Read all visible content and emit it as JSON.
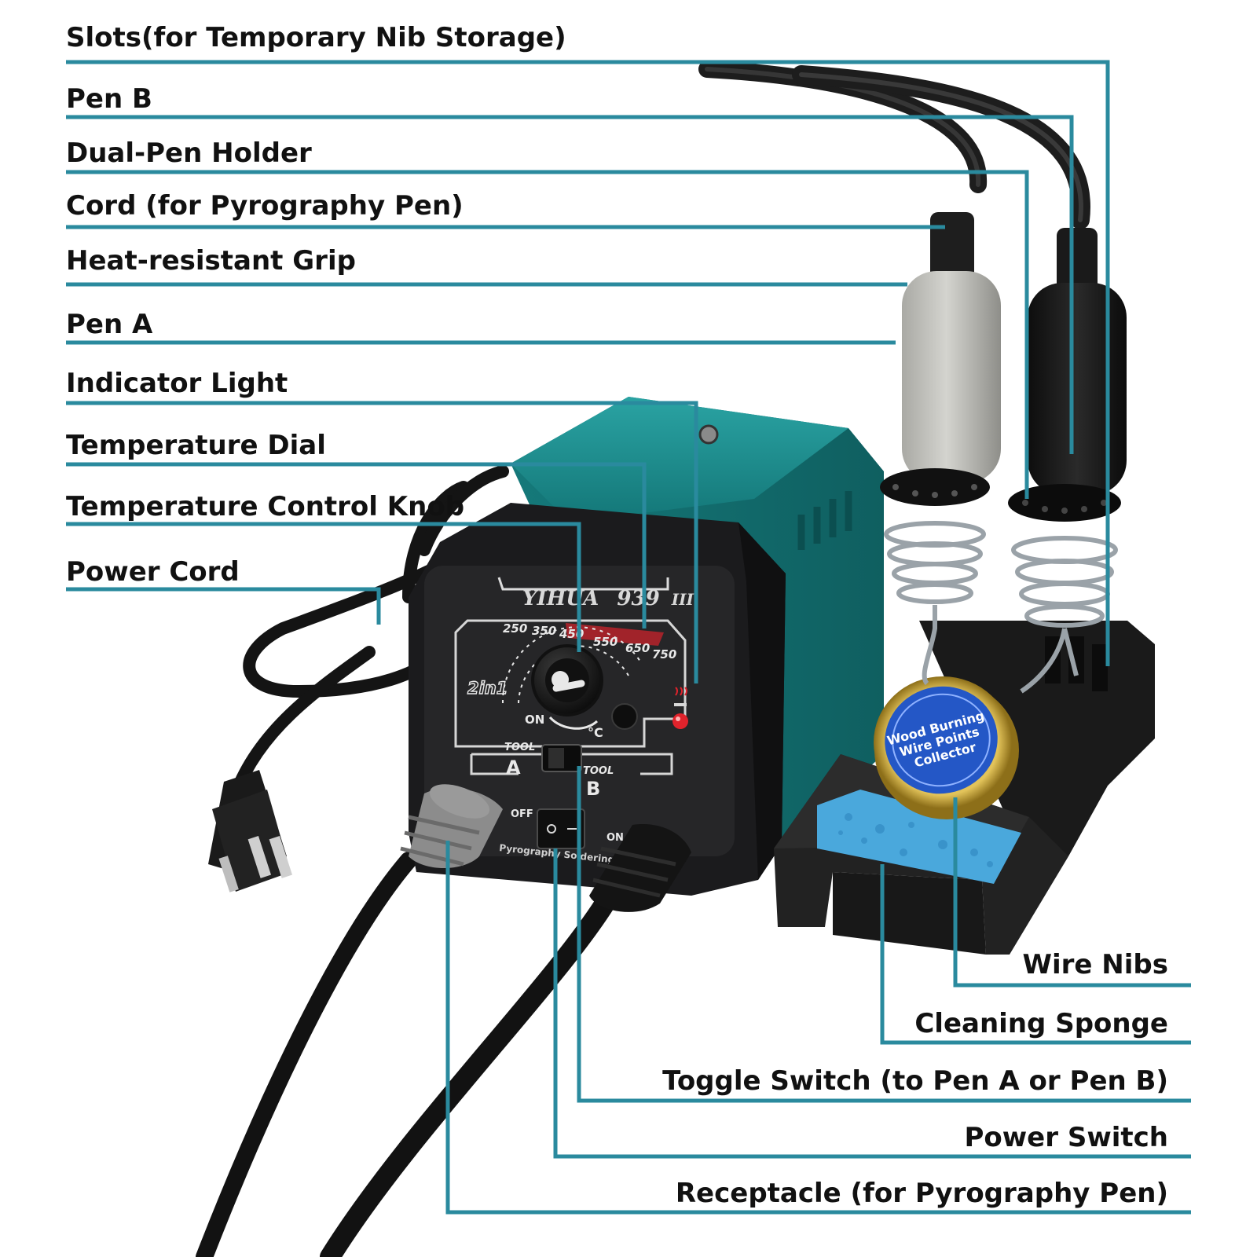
{
  "callouts_left": [
    {
      "id": "slots",
      "label": "Slots(for Temporary Nib Storage)"
    },
    {
      "id": "pen-b",
      "label": "Pen B"
    },
    {
      "id": "dual-pen-holder",
      "label": "Dual-Pen Holder"
    },
    {
      "id": "cord-pyrography-pen",
      "label": "Cord (for Pyrography Pen)"
    },
    {
      "id": "heat-resistant-grip",
      "label": "Heat-resistant Grip"
    },
    {
      "id": "pen-a",
      "label": "Pen A"
    },
    {
      "id": "indicator-light",
      "label": "Indicator Light"
    },
    {
      "id": "temperature-dial",
      "label": "Temperature Dial"
    },
    {
      "id": "temperature-control-knob",
      "label": "Temperature Control Knob"
    },
    {
      "id": "power-cord",
      "label": "Power Cord"
    }
  ],
  "callouts_right": [
    {
      "id": "wire-nibs",
      "label": "Wire Nibs"
    },
    {
      "id": "cleaning-sponge",
      "label": "Cleaning Sponge"
    },
    {
      "id": "toggle-switch",
      "label": "Toggle Switch (to Pen A or Pen B)"
    },
    {
      "id": "power-switch",
      "label": "Power Switch"
    },
    {
      "id": "receptacle",
      "label": "Receptacle (for Pyrography Pen)"
    }
  ],
  "product": {
    "brand": "YIHUA",
    "model": "939",
    "model_suffix": "III",
    "badge": "2in1",
    "dial_ticks": [
      "250",
      "350",
      "450",
      "550",
      "650",
      "750"
    ],
    "dial_on": "ON",
    "temp_symbol": "°C",
    "tool_label": "TOOL",
    "tool_a": "A",
    "tool_b": "B",
    "off_label": "OFF",
    "on_label": "ON",
    "panel_caption": "Pyrography Soldering St",
    "tin_text": [
      "Wood Burning",
      "Wire Points",
      "Collector"
    ]
  },
  "colors": {
    "callout_line": "#2a8a9e",
    "housing_teal": "#1f8e8f",
    "housing_black": "#1b1b1d",
    "indicator_red": "#e0232c",
    "sponge_blue": "#4aa8dc",
    "tin_blue": "#2457c6",
    "tin_gold": "#c9a43a"
  }
}
